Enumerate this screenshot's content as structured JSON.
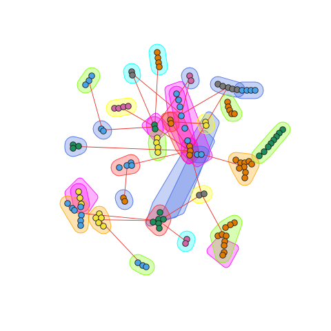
{
  "graph": {
    "type": "network-with-group-hulls",
    "palette": {
      "blue": "#4aa3e8",
      "orange": "#e07b00",
      "green": "#1e8e5a",
      "yellow": "#f2e43a",
      "pink": "#d267a6",
      "gray": "#7a7a7a",
      "red": "#e8332a"
    },
    "hull_colors": {
      "green": "#7CFC00",
      "cyan": "#00FFFF",
      "blue": "#4169E1",
      "magenta": "#FF00FF",
      "yellow": "#FFFF00",
      "red": "#FF3030",
      "orange": "#FFA500"
    },
    "edge_color": "#e8332a",
    "node_count": 140,
    "group_count": 32
  }
}
